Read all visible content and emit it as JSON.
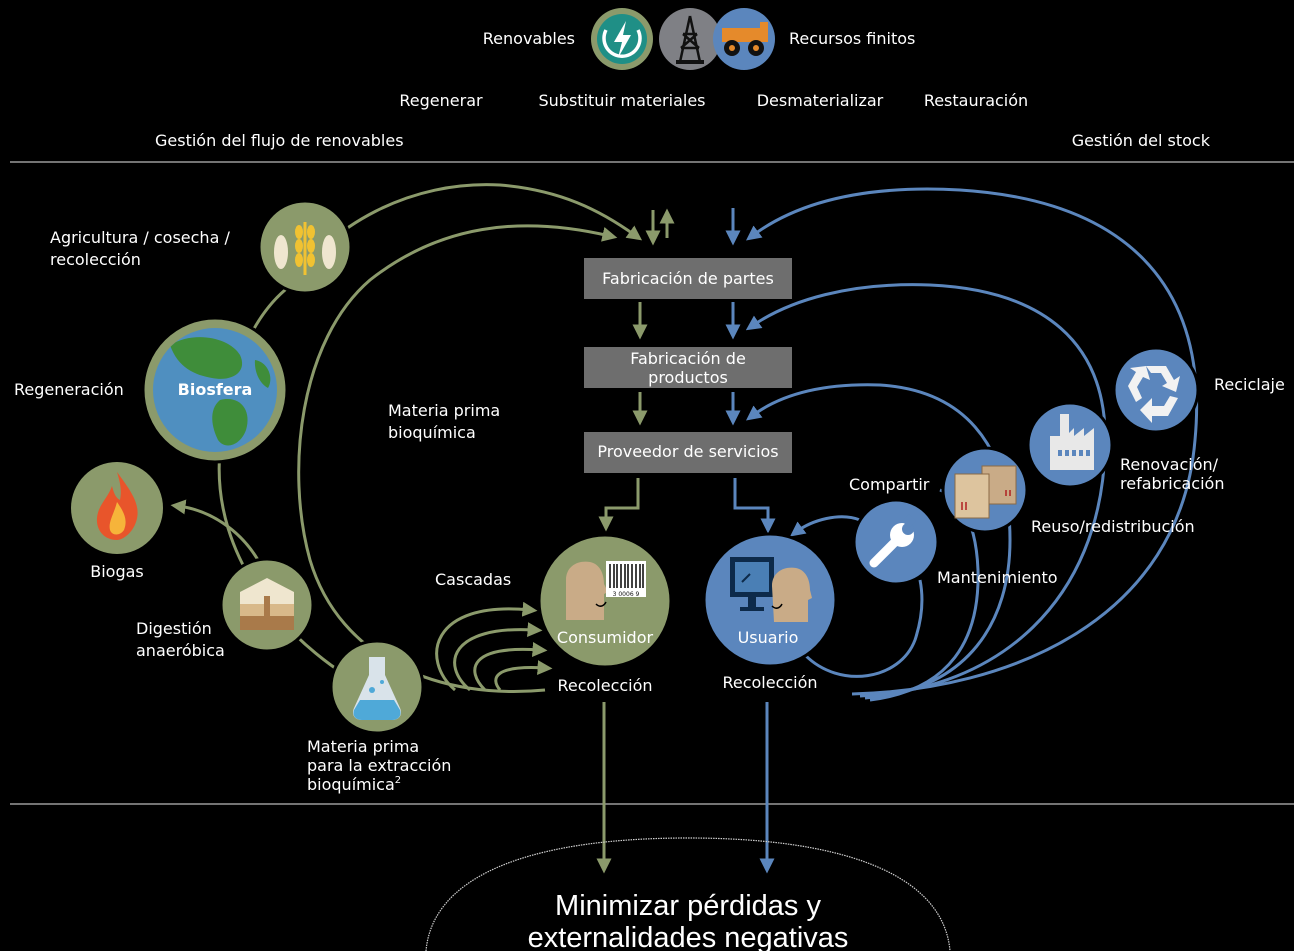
{
  "top": {
    "renewables": "Renovables",
    "finite": "Recursos finitos",
    "regenerate": "Regenerar",
    "substitute": "Substituir materiales",
    "dematerialize": "Desmaterializar",
    "restoration": "Restauración",
    "flow_management": "Gestión del flujo de renovables",
    "stock_management": "Gestión del stock"
  },
  "process": {
    "parts": "Fabricación de partes",
    "products_1": "Fabricación de",
    "products_2": "productos",
    "service": "Proveedor de servicios"
  },
  "biological": {
    "agriculture_1": "Agricultura / cosecha /",
    "agriculture_2": "recolección",
    "regeneration": "Regeneración",
    "biosphere": "Biosfera",
    "biogas": "Biogas",
    "digestion_1": "Digestión",
    "digestion_2": "anaeróbica",
    "feedstock_1": "Materia prima",
    "feedstock_2": "bioquímica",
    "extraction_1": "Materia prima",
    "extraction_2": "para la extracción",
    "extraction_3": "bioquímica",
    "extraction_sup": "2",
    "cascades": "Cascadas",
    "consumer": "Consumidor",
    "collection": "Recolección",
    "barcode_number": "3 0006 9"
  },
  "technical": {
    "user": "Usuario",
    "collection": "Recolección",
    "share": "Compartir",
    "maintenance": "Mantenimiento",
    "reuse": "Reuso/redistribución",
    "refurbish_1": "Renovación/",
    "refurbish_2": "refabricación",
    "recycle": "Reciclaje"
  },
  "bottom": {
    "line1": "Minimizar pérdidas y",
    "line2": "externalidades negativas"
  },
  "icons": {
    "renewables": "power-icon",
    "oil_rig": "oil-rig-icon",
    "mining_truck": "mining-truck-icon",
    "agriculture": "wheat-fish-icon",
    "biosphere": "globe-icon",
    "biogas": "flame-icon",
    "digestion": "digester-icon",
    "extraction": "flask-icon",
    "consumer": "consumer-icon",
    "user": "computer-user-icon",
    "maintenance": "wrench-icon",
    "reuse": "boxes-icon",
    "refurbish": "factory-icon",
    "recycle": "recycle-icon"
  },
  "colors": {
    "background": "#000000",
    "biological": "#8b9a6b",
    "technical": "#5b86bd",
    "process_box": "#6e6e6e",
    "text": "#ffffff"
  }
}
